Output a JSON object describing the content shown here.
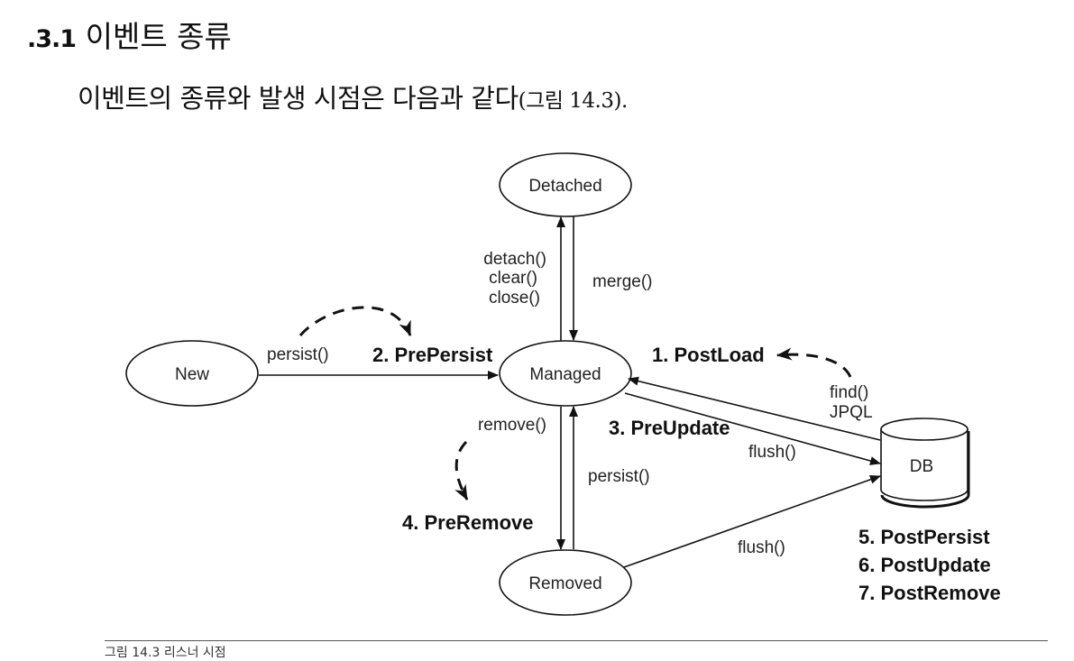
{
  "heading": {
    "number": ".3.1",
    "title": "이벤트 종류"
  },
  "body": {
    "text": "이벤트의 종류와 발생 시점은 다음과 같다",
    "ref": "(그림 14.3)."
  },
  "diagram": {
    "nodes": {
      "detached": "Detached",
      "new": "New",
      "managed": "Managed",
      "removed": "Removed",
      "db": "DB"
    },
    "edge_labels": {
      "detach": "detach()",
      "clear": "clear()",
      "close": "close()",
      "merge": "merge()",
      "persist_new": "persist()",
      "remove": "remove()",
      "persist_removed": "persist()",
      "flush_managed": "flush()",
      "flush_removed": "flush()",
      "find": "find()",
      "jpql": "JPQL"
    },
    "events": {
      "post_load": "1. PostLoad",
      "pre_persist": "2. PrePersist",
      "pre_update": "3. PreUpdate",
      "pre_remove": "4. PreRemove",
      "post_persist": "5. PostPersist",
      "post_update": "6. PostUpdate",
      "post_remove": "7. PostRemove"
    }
  },
  "caption": "그림 14.3 리스너 시점"
}
